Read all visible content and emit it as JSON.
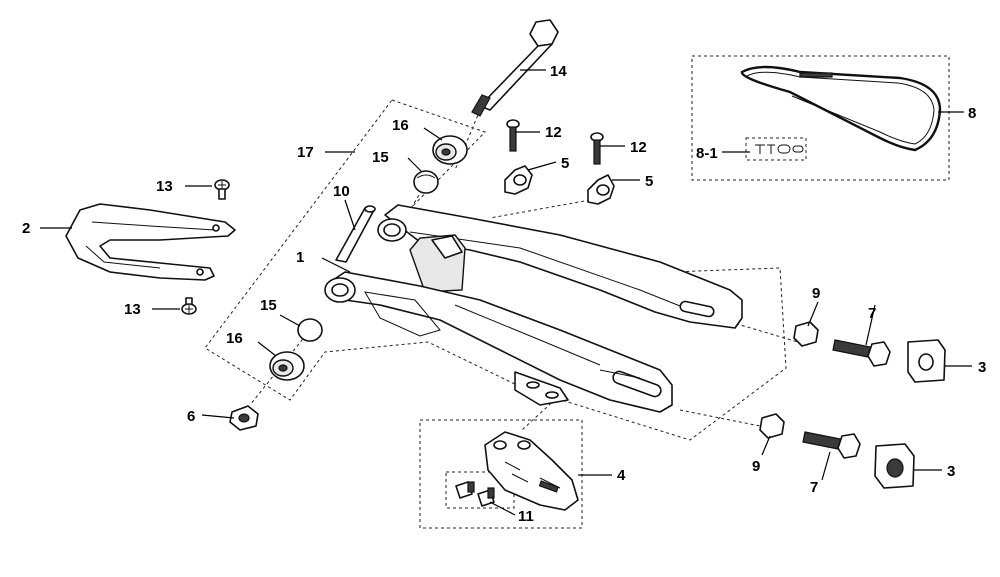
{
  "diagram": {
    "callouts": {
      "c1": "1",
      "c2": "2",
      "c3a": "3",
      "c3b": "3",
      "c4": "4",
      "c5a": "5",
      "c5b": "5",
      "c6": "6",
      "c7a": "7",
      "c7b": "7",
      "c8": "8",
      "c8_1": "8-1",
      "c9a": "9",
      "c9b": "9",
      "c10": "10",
      "c11": "11",
      "c12a": "12",
      "c12b": "12",
      "c13a": "13",
      "c13b": "13",
      "c14": "14",
      "c15a": "15",
      "c15b": "15",
      "c16a": "16",
      "c16b": "16",
      "c17": "17"
    }
  }
}
